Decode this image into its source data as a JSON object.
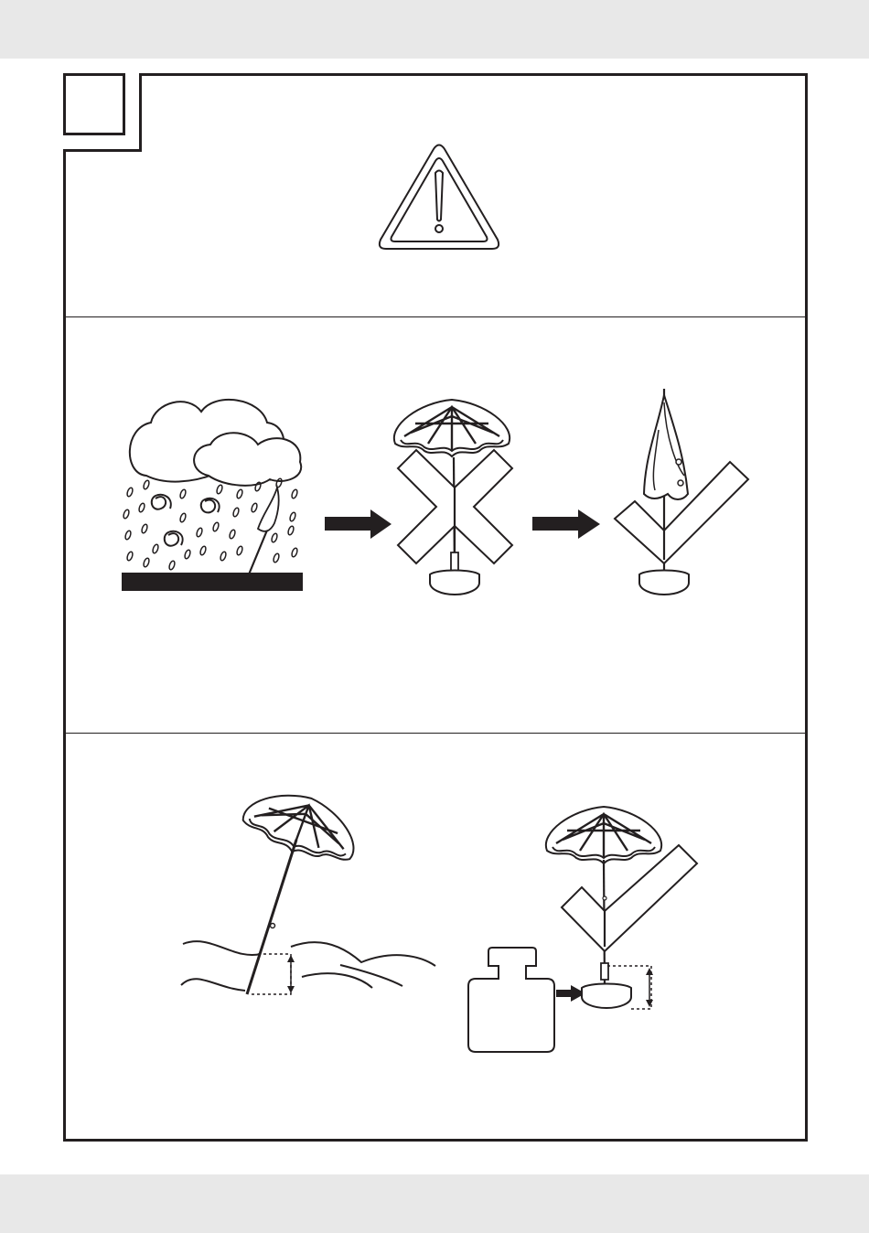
{
  "page": {
    "step_badge": "",
    "colors": {
      "ink": "#231f20",
      "paper": "#ffffff",
      "margin": "#e8e8e8"
    }
  },
  "sections": [
    {
      "id": "warning",
      "icon": "warning-triangle-icon"
    },
    {
      "id": "storm",
      "icons": [
        "storm-icon",
        "arrow-right-icon",
        "open-umbrella-icon",
        "cross-mark-icon",
        "arrow-right-icon",
        "closed-umbrella-icon",
        "check-mark-icon"
      ]
    },
    {
      "id": "anchoring",
      "icons": [
        "beach-umbrella-in-sand-icon",
        "depth-arrow-icon",
        "weight-icon",
        "arrow-right-icon",
        "umbrella-on-base-icon",
        "check-mark-icon"
      ]
    }
  ]
}
